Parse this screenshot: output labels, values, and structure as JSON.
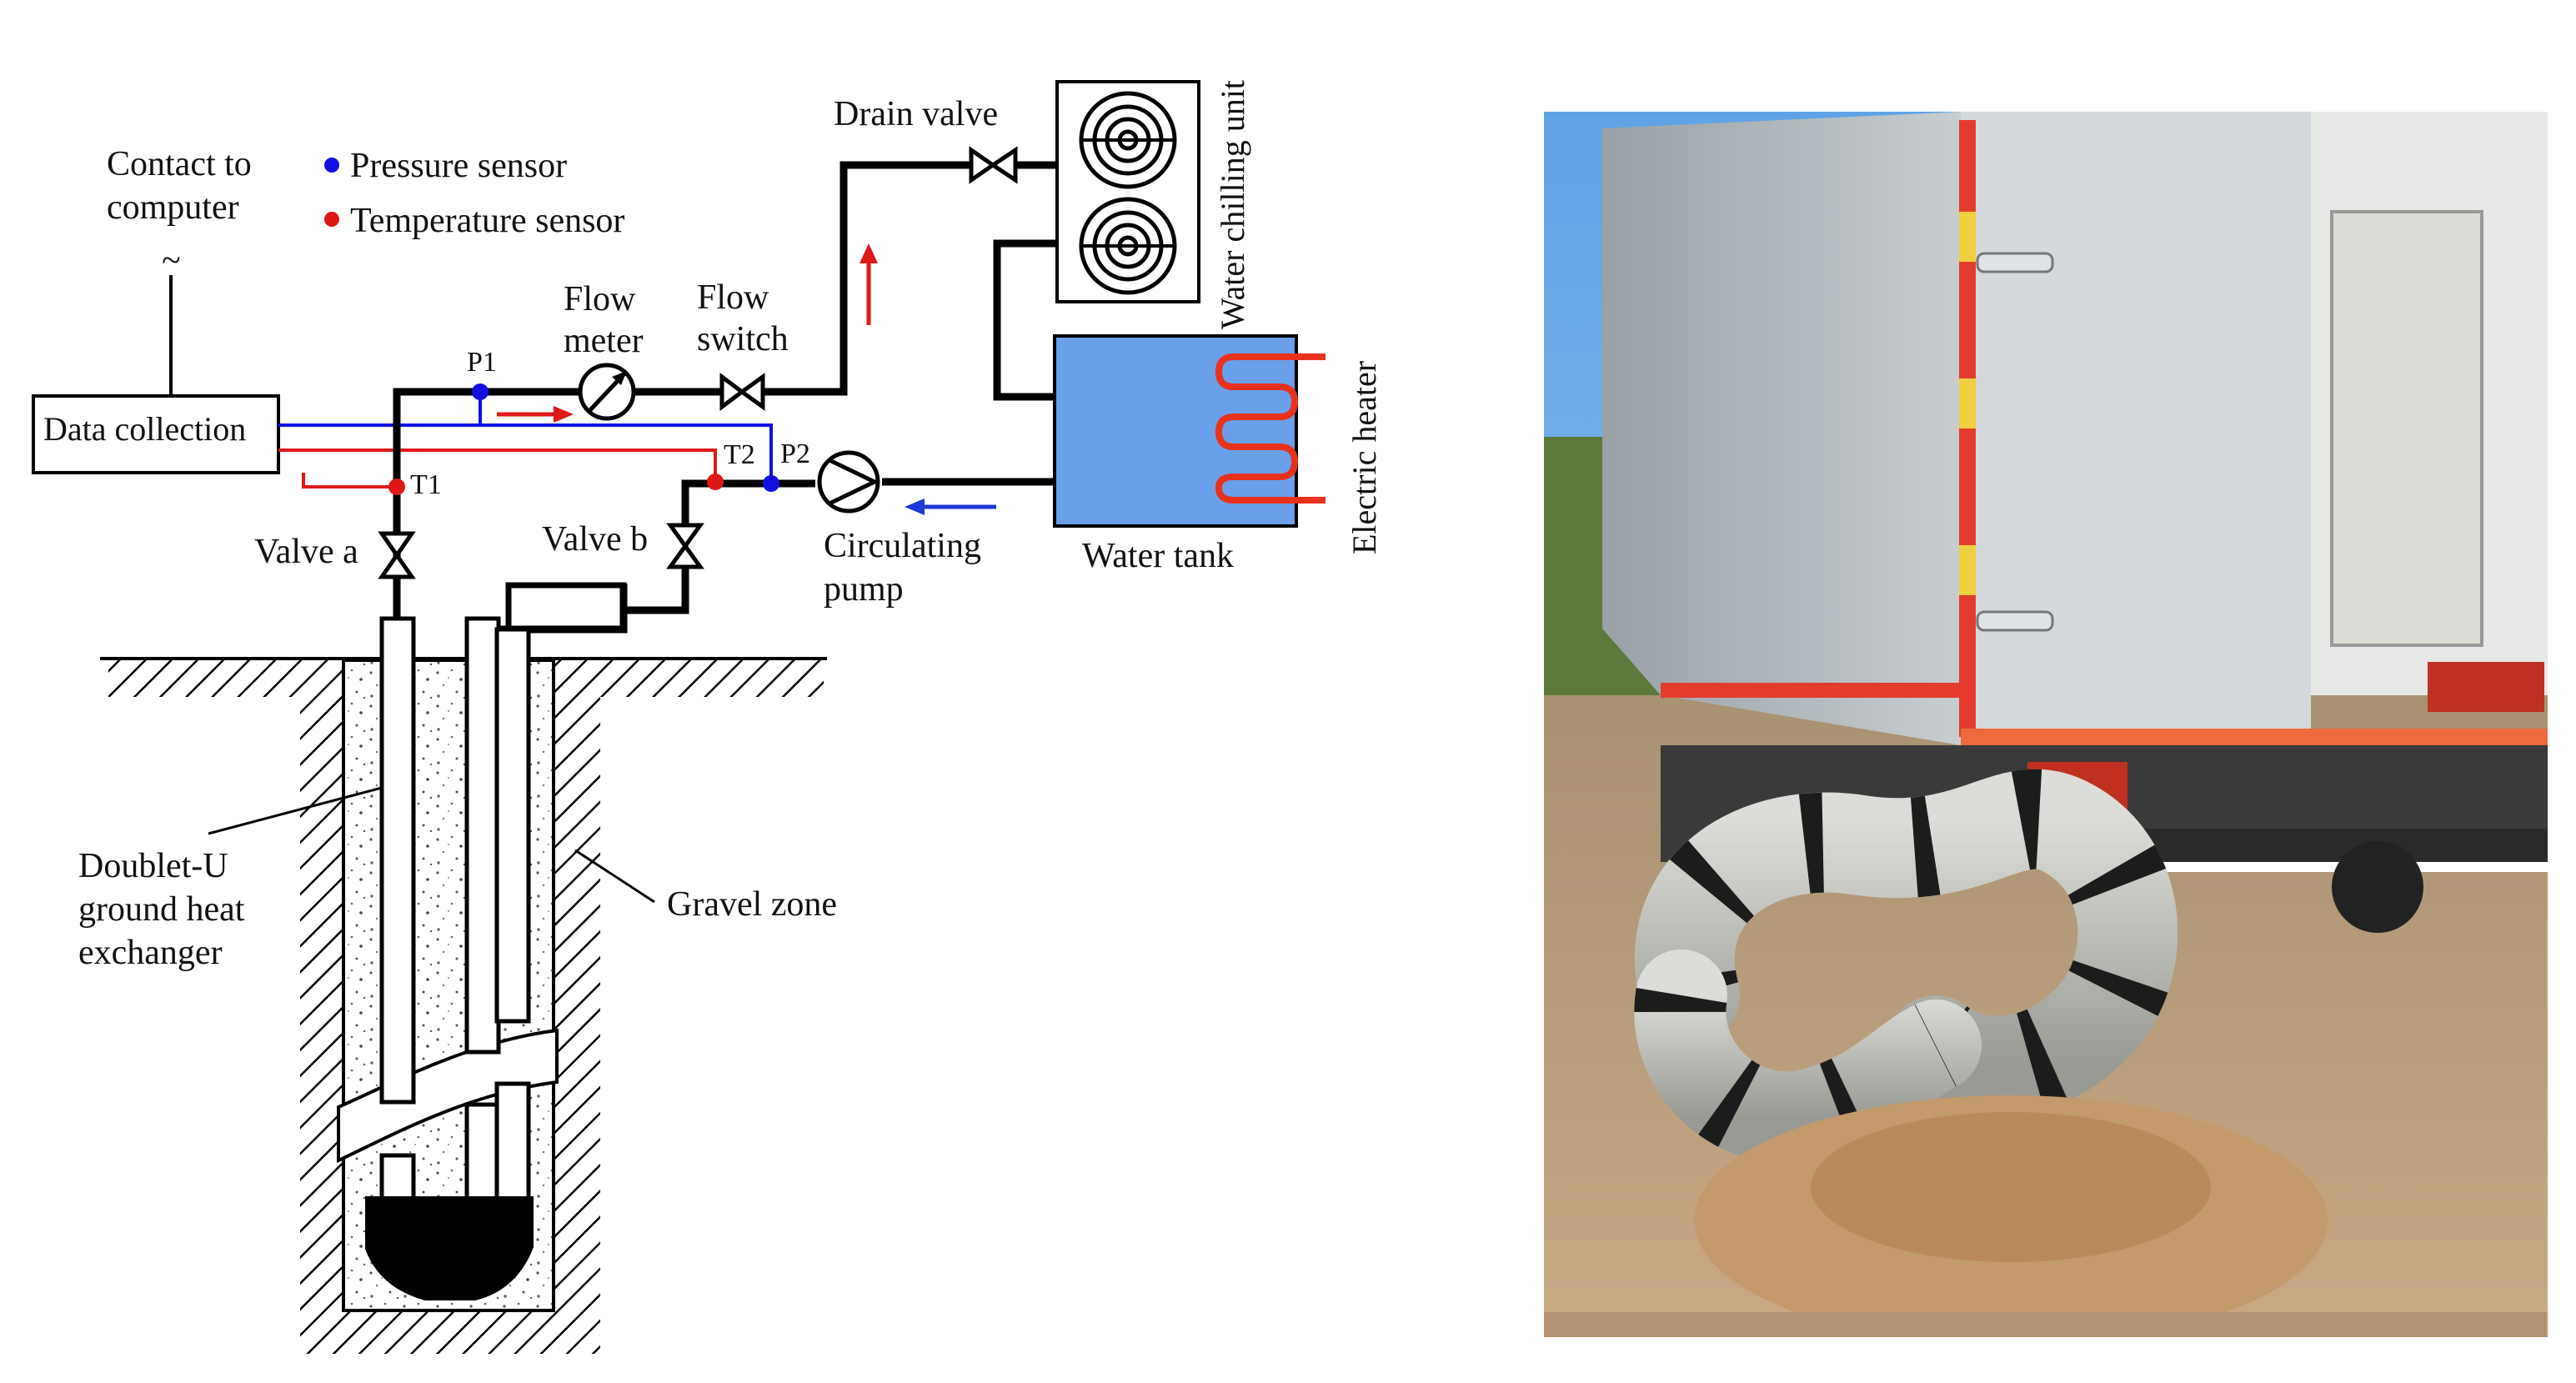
{
  "labels": {
    "contact_line1": "Contact to",
    "contact_line2": "computer",
    "contact_symbol": "~",
    "legend_pressure": "Pressure sensor",
    "legend_temperature": "Temperature sensor",
    "drain_valve": "Drain valve",
    "water_chilling_unit": "Water chilling unit",
    "flow_meter_1": "Flow",
    "flow_meter_2": "meter",
    "flow_switch_1": "Flow",
    "flow_switch_2": "switch",
    "data_collection": "Data collection",
    "p1": "P1",
    "p2": "P2",
    "t1": "T1",
    "t2": "T2",
    "valve_a": "Valve a",
    "valve_b": "Valve b",
    "circulating_pump_1": "Circulating",
    "circulating_pump_2": "pump",
    "water_tank": "Water tank",
    "electric_heater": "Electric heater",
    "doublet_1": "Doublet-U",
    "doublet_2": "ground heat",
    "doublet_3": "exchanger",
    "gravel_zone": "Gravel zone"
  },
  "colors": {
    "pressure_sensor": "#1010e0",
    "temperature_sensor": "#e01818",
    "water_tank": "#6aa0ea",
    "heater_coil": "#e8321c",
    "pipe": "#000000",
    "flow_arrow_red": "#e01818",
    "flow_arrow_blue": "#1a3ad8"
  },
  "photo": {
    "subject": "truck-mounted test rig with insulated hoses connected to borehole"
  }
}
